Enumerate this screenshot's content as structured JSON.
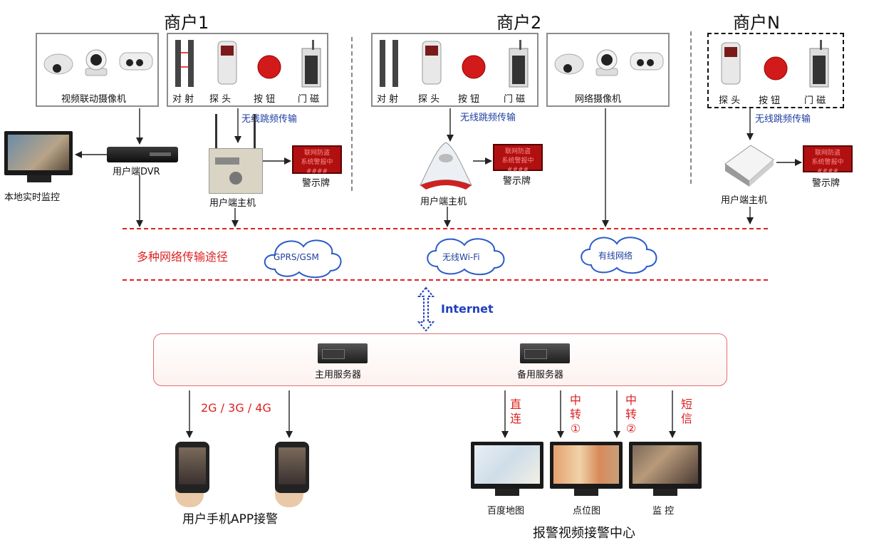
{
  "merchants": [
    {
      "title": "商户1"
    },
    {
      "title": "商户2"
    },
    {
      "title": "商户N"
    }
  ],
  "m1": {
    "camera_caption": "视频联动摄像机",
    "devices": [
      "对 射",
      "探 头",
      "按 钮",
      "门 磁"
    ],
    "wireless": "无线跳频传输",
    "dvr": "用户端DVR",
    "local_monitor": "本地实时监控",
    "host": "用户端主机",
    "sign": "警示牌"
  },
  "m2": {
    "devices": [
      "对 射",
      "探 头",
      "按 钮",
      "门 磁"
    ],
    "net_camera": "网络摄像机",
    "wireless": "无线跳频传输",
    "host": "用户端主机",
    "sign": "警示牌"
  },
  "mN": {
    "devices": [
      "探 头",
      "按 钮",
      "门 磁"
    ],
    "wireless": "无线跳频传输",
    "host": "用户端主机",
    "sign": "警示牌"
  },
  "network": {
    "label": "多种网络传输途径",
    "clouds": [
      "GPRS/GSM",
      "无线Wi-Fi",
      "有线网络"
    ],
    "internet": "Internet"
  },
  "servers": {
    "primary": "主用服务器",
    "backup": "备用服务器"
  },
  "mobile": {
    "link_label": "2G / 3G / 4G",
    "caption": "用户手机APP接警"
  },
  "center": {
    "links": [
      {
        "chars": [
          "直",
          "连"
        ]
      },
      {
        "chars": [
          "中",
          "转",
          "①"
        ]
      },
      {
        "chars": [
          "中",
          "转",
          "②"
        ]
      },
      {
        "chars": [
          "短",
          "信"
        ]
      }
    ],
    "screens": [
      "百度地图",
      "点位图",
      "监 控"
    ],
    "caption": "报警视频接警中心"
  },
  "sign_text": [
    "联网防盗",
    "系统警报中####"
  ],
  "colors": {
    "red": "#dd2222",
    "blue": "#1f3f9f",
    "internet": "#1f3fbf"
  }
}
